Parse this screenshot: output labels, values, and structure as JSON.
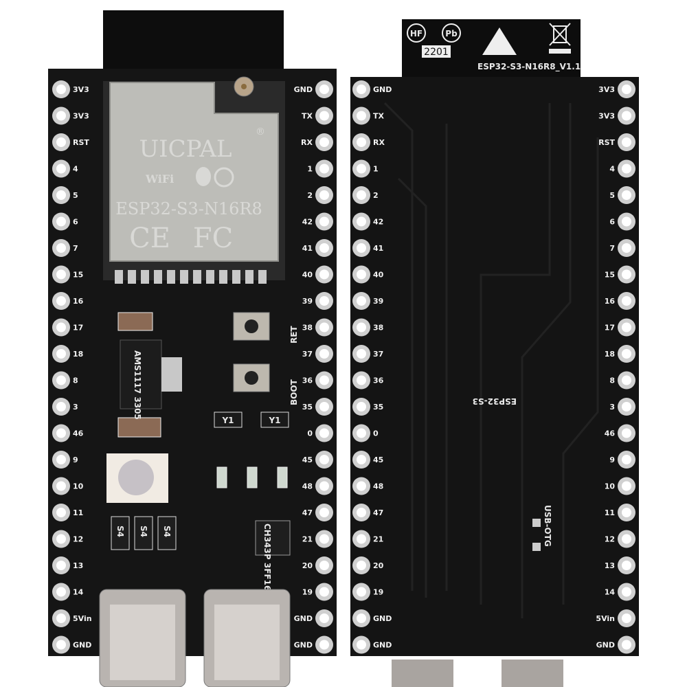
{
  "front": {
    "module_brand": "UICPAL",
    "module_reg": "®",
    "module_wifi": "WiFi",
    "module_model": "ESP32-S3-N16R8",
    "module_ce": "CE",
    "module_fcc": "FC",
    "boot_label": "BOOT",
    "ret_label": "RET",
    "regulator_text": "AMS1117 3305",
    "usb_chip_text": "CH343P 3FF16",
    "diode_labels": [
      "S4",
      "S4",
      "S4"
    ],
    "transistor_labels": [
      "Y1",
      "Y1"
    ],
    "left_pins": [
      "3V3",
      "3V3",
      "RST",
      "4",
      "5",
      "6",
      "7",
      "15",
      "16",
      "17",
      "18",
      "8",
      "3",
      "46",
      "9",
      "10",
      "11",
      "12",
      "13",
      "14",
      "5Vin",
      "GND"
    ],
    "right_pins": [
      "GND",
      "TX",
      "RX",
      "1",
      "2",
      "42",
      "41",
      "40",
      "39",
      "38",
      "37",
      "36",
      "35",
      "0",
      "45",
      "48",
      "47",
      "21",
      "20",
      "19",
      "GND",
      "GND"
    ]
  },
  "back": {
    "label_hf": "HF",
    "label_pb": "Pb",
    "date_code": "2201",
    "board_name": "ESP32-S3-N16R8_V1.1",
    "silk_chip": "ESP32-S3",
    "silk_usb": "USB-OTG",
    "left_pins": [
      "GND",
      "TX",
      "RX",
      "1",
      "2",
      "42",
      "41",
      "40",
      "39",
      "38",
      "37",
      "36",
      "35",
      "0",
      "45",
      "48",
      "47",
      "21",
      "20",
      "19",
      "GND",
      "GND"
    ],
    "right_pins": [
      "3V3",
      "3V3",
      "RST",
      "4",
      "5",
      "6",
      "7",
      "15",
      "16",
      "17",
      "18",
      "8",
      "3",
      "46",
      "9",
      "10",
      "11",
      "12",
      "13",
      "14",
      "5Vin",
      "GND"
    ]
  },
  "colors": {
    "pcb": "#141414",
    "silk": "#e8e8e8",
    "pad": "#c9c9c9",
    "shield": "#bdbdb8"
  }
}
